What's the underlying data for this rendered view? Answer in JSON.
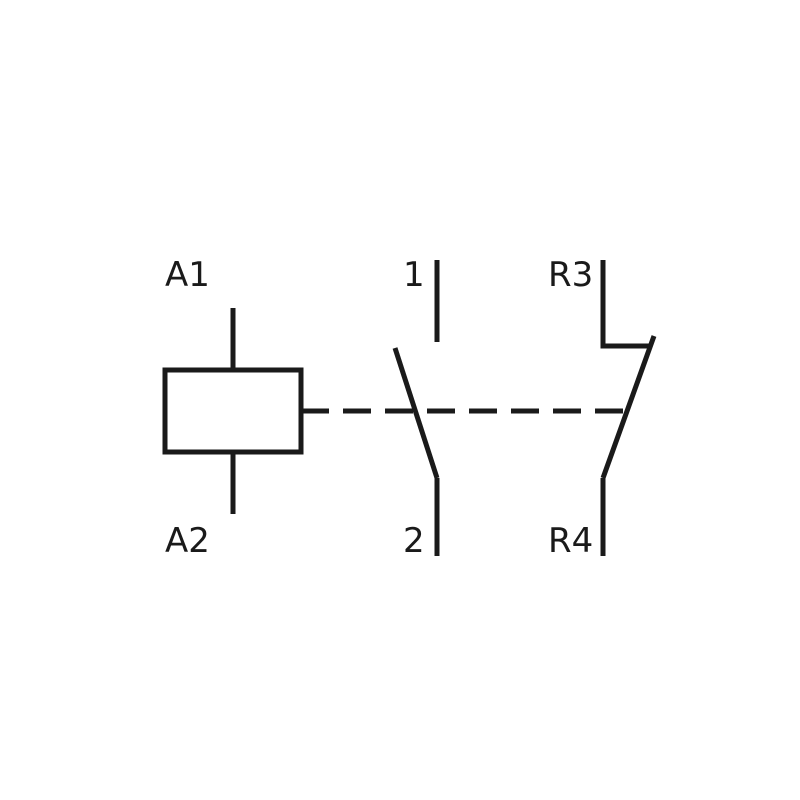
{
  "terminals": {
    "coil_top": "A1",
    "coil_bottom": "A2",
    "no_top": "1",
    "no_bottom": "2",
    "nc_top": "R3",
    "nc_bottom": "R4"
  },
  "colors": {
    "line": "#1a1a1a",
    "background": "#ffffff"
  }
}
